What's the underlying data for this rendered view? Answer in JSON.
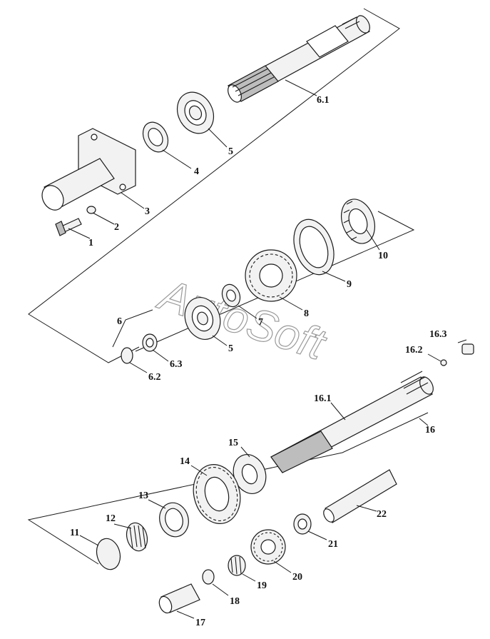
{
  "watermark": "AutoSoft",
  "callouts": {
    "p1": "1",
    "p2": "2",
    "p3": "3",
    "p4": "4",
    "p5a": "5",
    "p6_1": "6.1",
    "p6": "6",
    "p6_2": "6.2",
    "p6_3": "6.3",
    "p5b": "5",
    "p7": "7",
    "p8": "8",
    "p9": "9",
    "p10": "10",
    "p16_3": "16.3",
    "p16_2": "16.2",
    "p16_1": "16.1",
    "p16": "16",
    "p15": "15",
    "p14": "14",
    "p13": "13",
    "p12": "12",
    "p11": "11",
    "p22": "22",
    "p21": "21",
    "p20": "20",
    "p19": "19",
    "p18": "18",
    "p17": "17"
  }
}
